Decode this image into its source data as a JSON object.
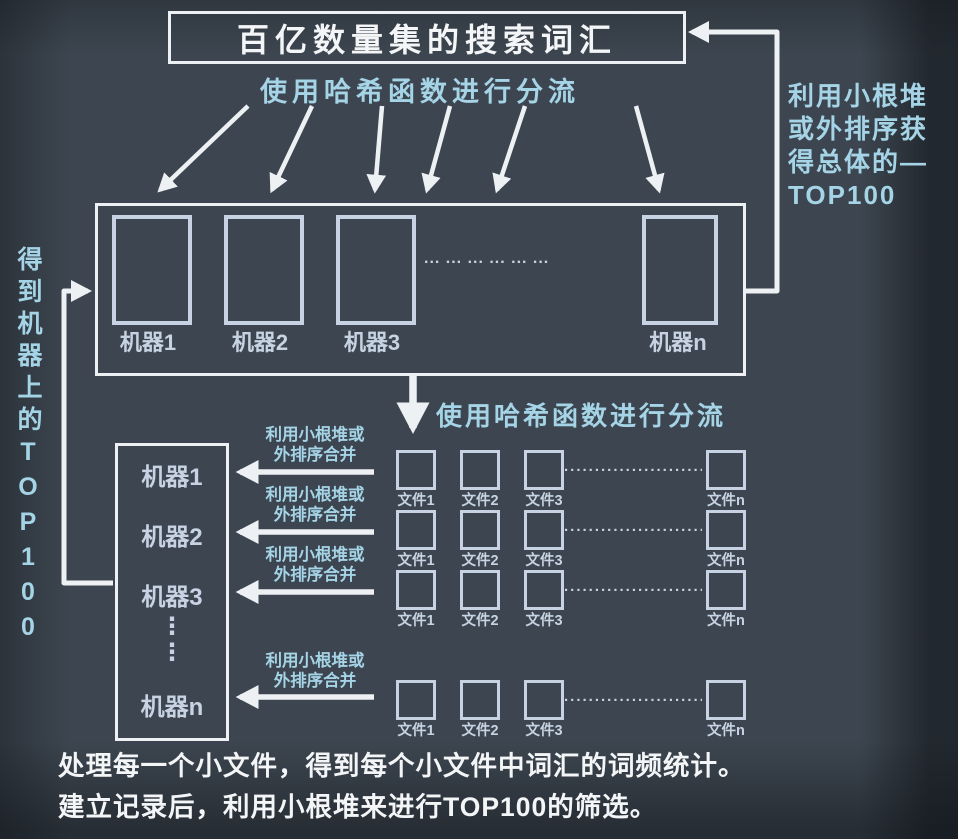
{
  "colors": {
    "background": "#3d4650",
    "accent_cyan": "#a5d4e6",
    "box_lavender": "#c7d3e3",
    "line_white": "#eef1f4"
  },
  "title": "百亿数量集的搜索词汇",
  "labels": {
    "hash_top": "使用哈希函数进行分流",
    "hash_mid": "使用哈希函数进行分流",
    "right_note_lines": [
      "利用小根堆",
      "或外排序获",
      "得总体的—",
      "TOP100"
    ],
    "left_note": "得到机器上的TOP100",
    "merge_line1": "利用小根堆或",
    "merge_line2": "外排序合并"
  },
  "machine_row": {
    "items": [
      "机器1",
      "机器2",
      "机器3"
    ],
    "dots": "... ... ... ... ... ...",
    "last": "机器n"
  },
  "machine_col": {
    "items": [
      "机器1",
      "机器2",
      "机器3"
    ],
    "dots": "⋮",
    "last": "机器n"
  },
  "file_rows": {
    "labels": [
      "文件1",
      "文件2",
      "文件3"
    ],
    "dots": "..........................",
    "last": "文件n"
  },
  "footer": {
    "line1": "处理每一个小文件，得到每个小文件中词汇的词频统计。",
    "line2": "建立记录后，利用小根堆来进行TOP100的筛选。"
  }
}
